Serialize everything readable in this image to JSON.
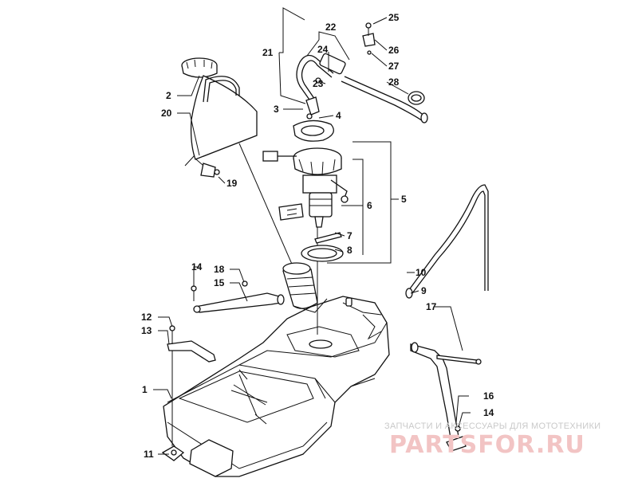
{
  "diagram": {
    "callouts": [
      "1",
      "2",
      "3",
      "4",
      "5",
      "6",
      "7",
      "8",
      "9",
      "10",
      "11",
      "12",
      "13",
      "14",
      "14",
      "15",
      "16",
      "17",
      "18",
      "19",
      "20",
      "21",
      "22",
      "23",
      "24",
      "25",
      "26",
      "27",
      "28"
    ]
  },
  "watermark": {
    "top_text": "ЗАПЧАСТИ И АКСЕССУАРЫ ДЛЯ МОТОТЕХНИКИ",
    "main_text": "PARTSFOR.RU"
  }
}
